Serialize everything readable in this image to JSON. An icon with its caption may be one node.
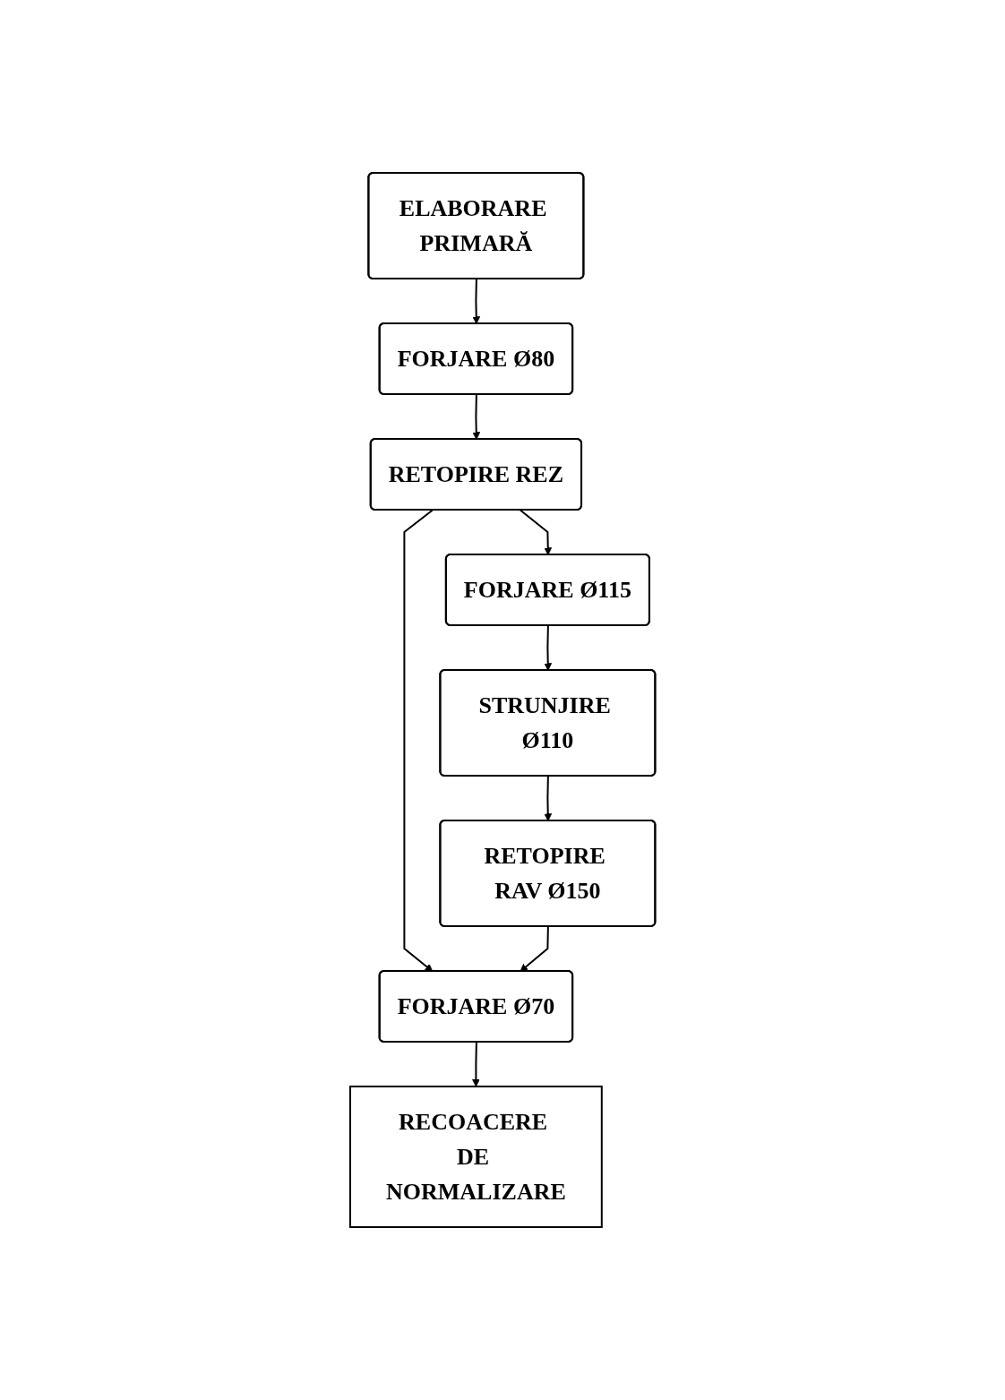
{
  "diagram": {
    "nodes": [
      {
        "text": [
          "ELABORARE PRIMARĂ"
        ]
      },
      {
        "text": [
          "FORJARE Ø80"
        ]
      },
      {
        "text": [
          "RETOPIRE REZ"
        ]
      },
      {
        "text": [
          "FORJARE Ø115"
        ]
      },
      {
        "text": [
          "STRUNJIRE Ø110"
        ]
      },
      {
        "text": [
          "RETOPIRE RAV Ø150"
        ]
      },
      {
        "text": [
          "FORJARE Ø70"
        ]
      },
      {
        "text": [
          "RECOACERE DE NORMALIZARE"
        ]
      }
    ],
    "edges": [
      {
        "from": 0,
        "to": 1,
        "arrow": "to"
      },
      {
        "from": 1,
        "to": 2,
        "arrow": "to"
      },
      {
        "from": 2,
        "to": 3,
        "arrow": "to"
      },
      {
        "from": 3,
        "to": 4,
        "arrow": "to"
      },
      {
        "from": 4,
        "to": 5,
        "arrow": "to"
      },
      {
        "from": 2,
        "to": 6,
        "arrow": "to"
      },
      {
        "from": 5,
        "to": 6,
        "arrow": "to"
      },
      {
        "from": 6,
        "to": 7,
        "arrow": "to"
      }
    ]
  }
}
